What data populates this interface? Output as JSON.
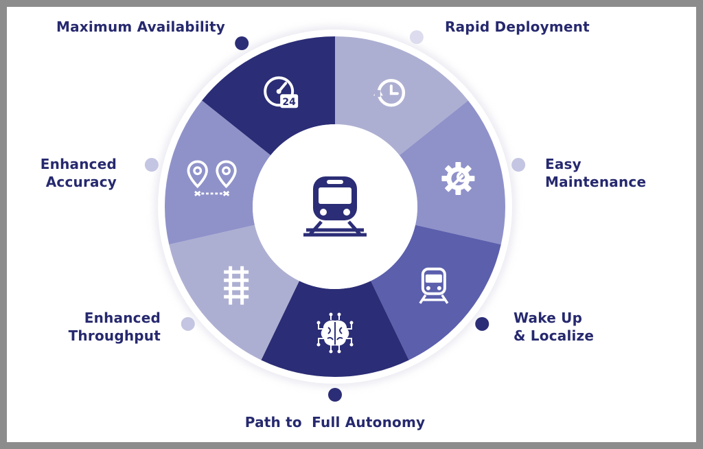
{
  "colors": {
    "navy": "#2b2d76",
    "blue": "#5b5fac",
    "periwinkle": "#8f92c9",
    "lavender": "#adafd2",
    "dot_navy": "#2b2d76",
    "dot_light": "#c4c5e2",
    "text": "#26296e"
  },
  "center": {
    "icon": "train-front-icon"
  },
  "segments": [
    {
      "icon": "clock-24-icon",
      "color": "#2b2d76",
      "label": [
        "Maximum Availability"
      ]
    },
    {
      "icon": "history-clock-icon",
      "color": "#adafd2",
      "label": [
        "Rapid Deployment"
      ]
    },
    {
      "icon": "gear-wrench-icon",
      "color": "#8f92c9",
      "label": [
        "Easy",
        "Maintenance"
      ]
    },
    {
      "icon": "train-icon",
      "color": "#5b5fac",
      "label": [
        "Wake Up",
        "& Localize"
      ]
    },
    {
      "icon": "brain-circuit-icon",
      "color": "#2b2d76",
      "label": [
        "Path to  Full Autonomy"
      ]
    },
    {
      "icon": "railway-track-icon",
      "color": "#adafd2",
      "label": [
        "Enhanced",
        "Throughput"
      ]
    },
    {
      "icon": "location-pins-icon",
      "color": "#8f92c9",
      "label": [
        "Enhanced",
        "Accuracy"
      ]
    }
  ]
}
